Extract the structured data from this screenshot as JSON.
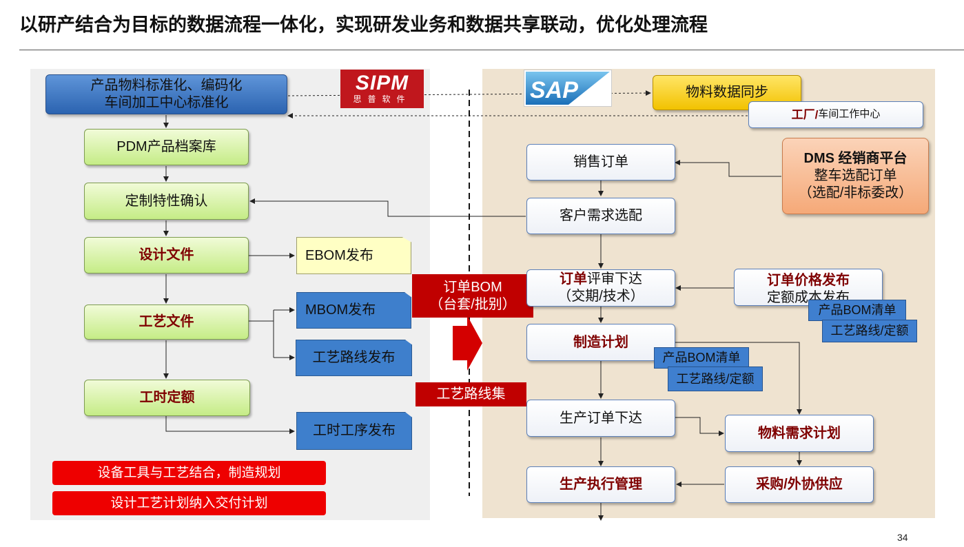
{
  "title": "以研产结合为目标的数据流程一体化，实现研发业务和数据共享联动，优化处理流程",
  "page_number": "34",
  "logos": {
    "sipm_text": "SIPM",
    "sipm_sub": "思普软件",
    "sap_text": "SAP"
  },
  "left": {
    "top_box": [
      "产品物料标准化、编码化",
      "车间加工中心标准化"
    ],
    "pdm": "PDM产品档案库",
    "custom_confirm": "定制特性确认",
    "design_file": "设计文件",
    "process_file": "工艺文件",
    "labor_quota": "工时定额",
    "ebom": "EBOM发布",
    "mbom": "MBOM发布",
    "route_release": "工艺路线发布",
    "labor_release": "工时工序发布",
    "red_bar_1": "设备工具与工艺结合，制造规划",
    "red_bar_2": "设计工艺计划纳入交付计划"
  },
  "middle": {
    "order_bom": [
      "订单BOM",
      "（台套/批别）"
    ],
    "route_set": "工艺路线集"
  },
  "right": {
    "material_sync": "物料数据同步",
    "factory_a": "工厂/",
    "factory_b": "车间工作中心",
    "sales_order": "销售订单",
    "dms": [
      "DMS 经销商平台",
      "整车选配订单",
      "（选配/非标委改）"
    ],
    "customer_config": "客户需求选配",
    "order_review_a": "订单",
    "order_review_b": "评审下达",
    "order_review_c": "（交期/技术）",
    "price_release_a": "订单价格发布",
    "price_release_b": "定额成本发布",
    "tag_bom_1": "产品BOM清单",
    "tag_route_1": "工艺路线/定额",
    "mfg_plan": "制造计划",
    "tag_bom_2": "产品BOM清单",
    "tag_route_2": "工艺路线/定额",
    "prod_order": "生产订单下达",
    "mrp": "物料需求计划",
    "exec_mgmt": "生产执行管理",
    "purchase": "采购/外协供应"
  },
  "colors": {
    "dark_red": "#c00000",
    "text_red": "#7f0000",
    "bar_red": "#ee0000",
    "doc_blue": "#3e7fcc",
    "doc_yellow": "#ffffc4"
  }
}
